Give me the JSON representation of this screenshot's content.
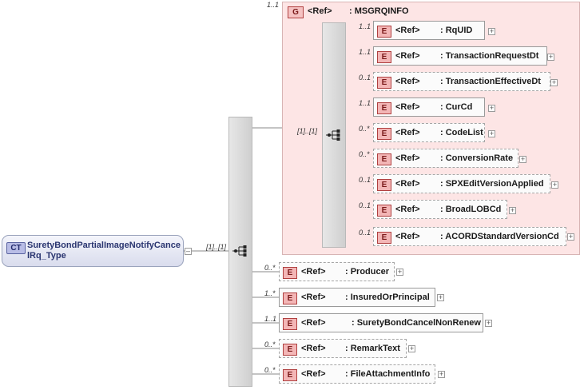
{
  "complex_type": {
    "badge": "CT",
    "name": "SuretyBondPartialImageNotifyCancelRq_Type"
  },
  "ct_sequence_cardinality": "[1]..[1]",
  "group": {
    "badge": "G",
    "ref_label": "<Ref>",
    "name": ": MSGRQINFO",
    "cardinality": "1..1",
    "sequence_cardinality": "[1]..[1]",
    "children": [
      {
        "cardinality": "1..1",
        "badge": "E",
        "ref": "<Ref>",
        "name": ": RqUID"
      },
      {
        "cardinality": "1..1",
        "badge": "E",
        "ref": "<Ref>",
        "name": ": TransactionRequestDt"
      },
      {
        "cardinality": "0..1",
        "badge": "E",
        "ref": "<Ref>",
        "name": ": TransactionEffectiveDt"
      },
      {
        "cardinality": "1..1",
        "badge": "E",
        "ref": "<Ref>",
        "name": ": CurCd"
      },
      {
        "cardinality": "0..*",
        "badge": "E",
        "ref": "<Ref>",
        "name": ": CodeList"
      },
      {
        "cardinality": "0..*",
        "badge": "E",
        "ref": "<Ref>",
        "name": ": ConversionRate"
      },
      {
        "cardinality": "0..1",
        "badge": "E",
        "ref": "<Ref>",
        "name": ": SPXEditVersionApplied"
      },
      {
        "cardinality": "0..1",
        "badge": "E",
        "ref": "<Ref>",
        "name": ": BroadLOBCd"
      },
      {
        "cardinality": "0..1",
        "badge": "E",
        "ref": "<Ref>",
        "name": ": ACORDStandardVersionCd"
      }
    ]
  },
  "elements": [
    {
      "cardinality": "0..*",
      "badge": "E",
      "ref": "<Ref>",
      "name": ": Producer"
    },
    {
      "cardinality": "1..*",
      "badge": "E",
      "ref": "<Ref>",
      "name": ": InsuredOrPrincipal"
    },
    {
      "cardinality": "1..1",
      "badge": "E",
      "ref": "<Ref>",
      "name": ": SuretyBondCancelNonRenew"
    },
    {
      "cardinality": "0..*",
      "badge": "E",
      "ref": "<Ref>",
      "name": ": RemarkText"
    },
    {
      "cardinality": "0..*",
      "badge": "E",
      "ref": "<Ref>",
      "name": ": FileAttachmentInfo"
    }
  ]
}
